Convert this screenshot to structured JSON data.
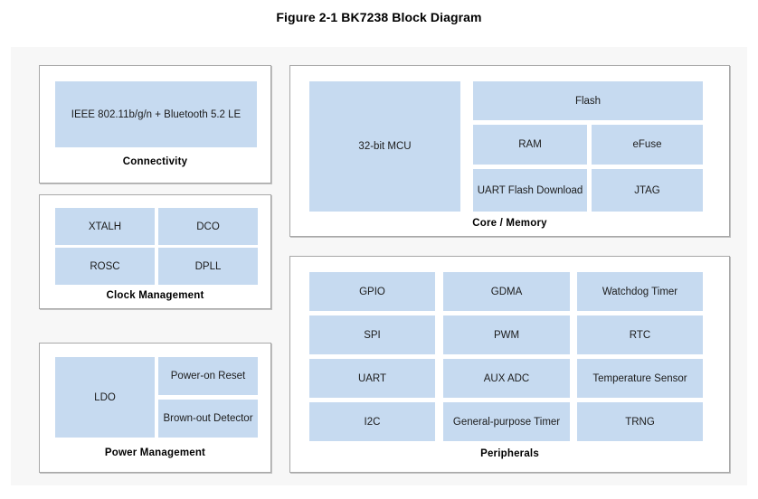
{
  "figure": {
    "title": "Figure 2-1 BK7238 Block Diagram"
  },
  "colors": {
    "block_fill": "#c6daf0",
    "panel_border": "#a8a8a8",
    "canvas_background": "#f7f7f7",
    "page_background": "#ffffff",
    "text": "#1c1c1c"
  },
  "panels": {
    "connectivity": {
      "caption": "Connectivity",
      "blocks": [
        {
          "label": "IEEE 802.11b/g/n + Bluetooth 5.2 LE"
        }
      ]
    },
    "clock_management": {
      "caption": "Clock Management",
      "blocks": [
        {
          "label": "XTALH"
        },
        {
          "label": "DCO"
        },
        {
          "label": "ROSC"
        },
        {
          "label": "DPLL"
        }
      ]
    },
    "power_management": {
      "caption": "Power Management",
      "blocks": [
        {
          "label": "LDO"
        },
        {
          "label": "Power-on Reset"
        },
        {
          "label": "Brown-out Detector"
        }
      ]
    },
    "core_memory": {
      "caption": "Core / Memory",
      "blocks": [
        {
          "label": "32-bit MCU"
        },
        {
          "label": "Flash"
        },
        {
          "label": "RAM"
        },
        {
          "label": "eFuse"
        },
        {
          "label": "UART Flash Download"
        },
        {
          "label": "JTAG"
        }
      ]
    },
    "peripherals": {
      "caption": "Peripherals",
      "blocks": [
        {
          "label": "GPIO"
        },
        {
          "label": "GDMA"
        },
        {
          "label": "Watchdog Timer"
        },
        {
          "label": "SPI"
        },
        {
          "label": "PWM"
        },
        {
          "label": "RTC"
        },
        {
          "label": "UART"
        },
        {
          "label": "AUX ADC"
        },
        {
          "label": "Temperature Sensor"
        },
        {
          "label": "I2C"
        },
        {
          "label": "General-purpose Timer"
        },
        {
          "label": "TRNG"
        }
      ]
    }
  }
}
